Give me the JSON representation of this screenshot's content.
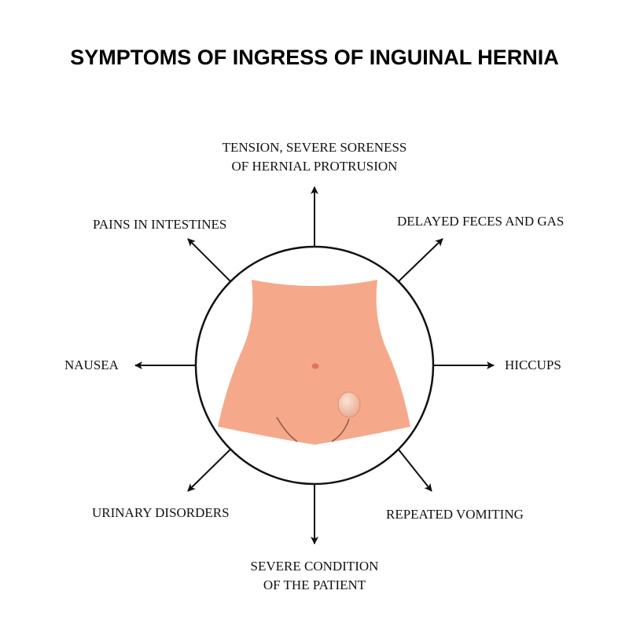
{
  "title": "SYMPTOMS OF INGRESS OF INGUINAL HERNIA",
  "symptoms": {
    "top_line1": "TENSION, SEVERE SORENESS",
    "top_line2": "OF HERNIAL PROTRUSION",
    "top_right": "DELAYED FECES AND GAS",
    "right": "HICCUPS",
    "bottom_right": "REPEATED VOMITING",
    "bottom_line1": "SEVERE CONDITION",
    "bottom_line2": "OF THE PATIENT",
    "bottom_left": "URINARY DISORDERS",
    "left": "NAUSEA",
    "top_left": "PAINS IN INTESTINES"
  },
  "colors": {
    "skin": "#f5a98a",
    "hernia": "#f4c8b2",
    "navel": "#e0745c",
    "arrow": "#111111",
    "circle": "#111111"
  }
}
